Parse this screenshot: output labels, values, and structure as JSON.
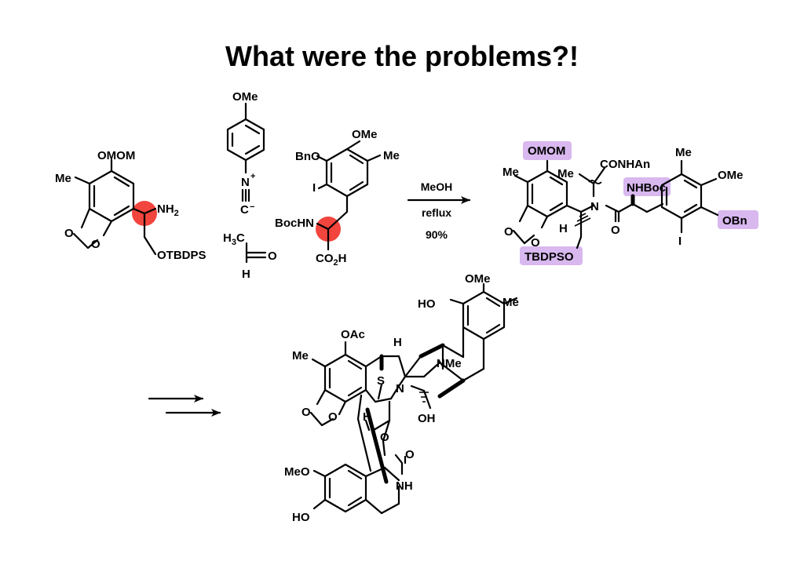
{
  "title": "What were the problems?!",
  "conditions": {
    "solvent": "MeOH",
    "temperature": "reflux",
    "yield": "90%"
  },
  "colors": {
    "stereocenter_highlight": "#f1453d",
    "protecting_group_highlight": "#d8b8ef"
  },
  "labels": {
    "omom_1": "OMOM",
    "me_1": "Me",
    "o_1a": "O",
    "o_1b": "O",
    "nh2_base": "NH",
    "sub_2": "2",
    "sub_3": "3",
    "otbdps": "OTBDPS",
    "ome_2": "OMe",
    "n_plus": "N",
    "plus": "+",
    "c_minus": "C",
    "minus": "−",
    "h_3": "H",
    "c_3": "C",
    "o_ald": "O",
    "h_ald": "H",
    "ome_3": "OMe",
    "me_3": "Me",
    "bno": "BnO",
    "i_1": "I",
    "bochn": "BocHN",
    "co_base": "CO",
    "h_end": "H",
    "omom_2": "OMOM",
    "me_p1": "Me",
    "o_p1": "O",
    "o_p2": "O",
    "h_p": "H",
    "tbdpso": "TBDPSO",
    "n_prod": "N",
    "me_p2": "Me",
    "conhan": "CONHAn",
    "o_p3": "O",
    "nhboc": "NHBoc",
    "me_p3": "Me",
    "ome_p": "OMe",
    "obn": "OBn",
    "i_p": "I",
    "oac": "OAc",
    "me_t1": "Me",
    "o_t1": "O",
    "o_t2": "O",
    "s": "S",
    "h_t1": "H",
    "n_t": "N",
    "h_t2": "H",
    "oh_t1": "OH",
    "nme": "NMe",
    "ho_t1": "HO",
    "ome_t": "OMe",
    "me_t2": "Me",
    "o_t3": "O",
    "o_t4": "O",
    "meo": "MeO",
    "ho_t2": "HO",
    "nh": "NH"
  }
}
